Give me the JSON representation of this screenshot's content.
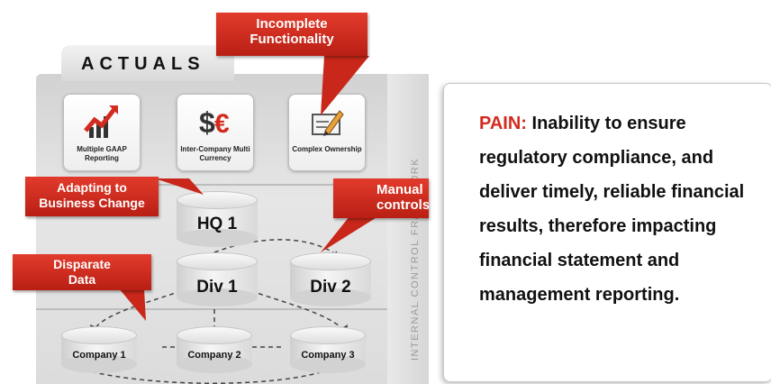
{
  "actuals": {
    "title": "ACTUALS"
  },
  "internal_controls": {
    "label": "INTERNAL CONTROL FRAMEWORK"
  },
  "icons": [
    {
      "name": "chart-up-icon",
      "label": "Multiple GAAP Reporting"
    },
    {
      "name": "currency-icon",
      "label": "Inter-Company Multi Currency"
    },
    {
      "name": "pencil-form-icon",
      "label": "Complex Ownership"
    }
  ],
  "callouts": {
    "incomplete": "Incomplete Functionality",
    "adapting": "Adapting to Business Change",
    "manual": "Manual controls",
    "disparate": "Disparate Data"
  },
  "entities": {
    "hq": "HQ 1",
    "div1": "Div 1",
    "div2": "Div 2",
    "company1": "Company 1",
    "company2": "Company 2",
    "company3": "Company 3"
  },
  "pain": {
    "label": "PAIN:",
    "text": "Inability to ensure regulatory compliance, and deliver timely, reliable financial results, therefore impacting financial statement and management reporting."
  },
  "colors": {
    "accent_red": "#d42a1e",
    "panel_gray": "#dcdcdc"
  }
}
